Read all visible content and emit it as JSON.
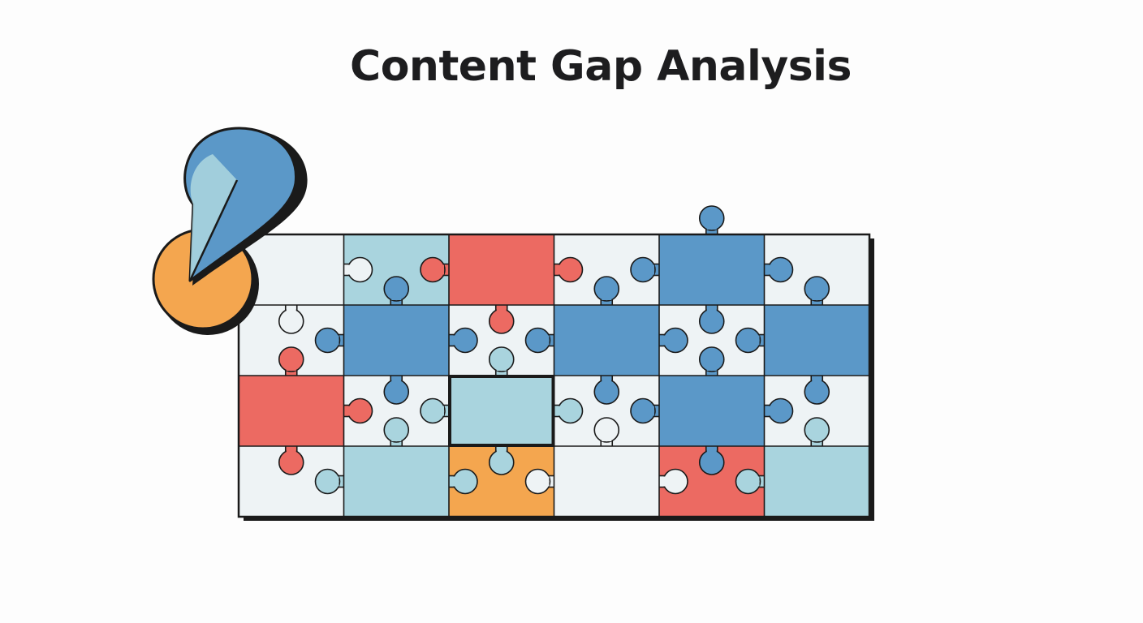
{
  "title": "Content Gap Analysis",
  "colors": {
    "background": "#fdfdfd",
    "outline": "#1a1a1a",
    "blue": "#5b98c8",
    "light_blue": "#a9d4de",
    "red": "#ec6a62",
    "orange": "#f4a64f",
    "white": "#eef3f5"
  },
  "puzzle": {
    "rows": 4,
    "cols": 6,
    "cells": [
      [
        "white",
        "light_blue",
        "red",
        "white",
        "blue",
        "white"
      ],
      [
        "white",
        "blue",
        "white",
        "blue",
        "white",
        "blue"
      ],
      [
        "red",
        "white",
        "light_blue",
        "white",
        "blue",
        "white"
      ],
      [
        "white",
        "light_blue",
        "orange",
        "white",
        "red",
        "light_blue"
      ]
    ],
    "missing_piece": {
      "row": 2,
      "col": 2
    }
  },
  "icons": [
    "map-pin-icon",
    "orange-circle-icon"
  ]
}
